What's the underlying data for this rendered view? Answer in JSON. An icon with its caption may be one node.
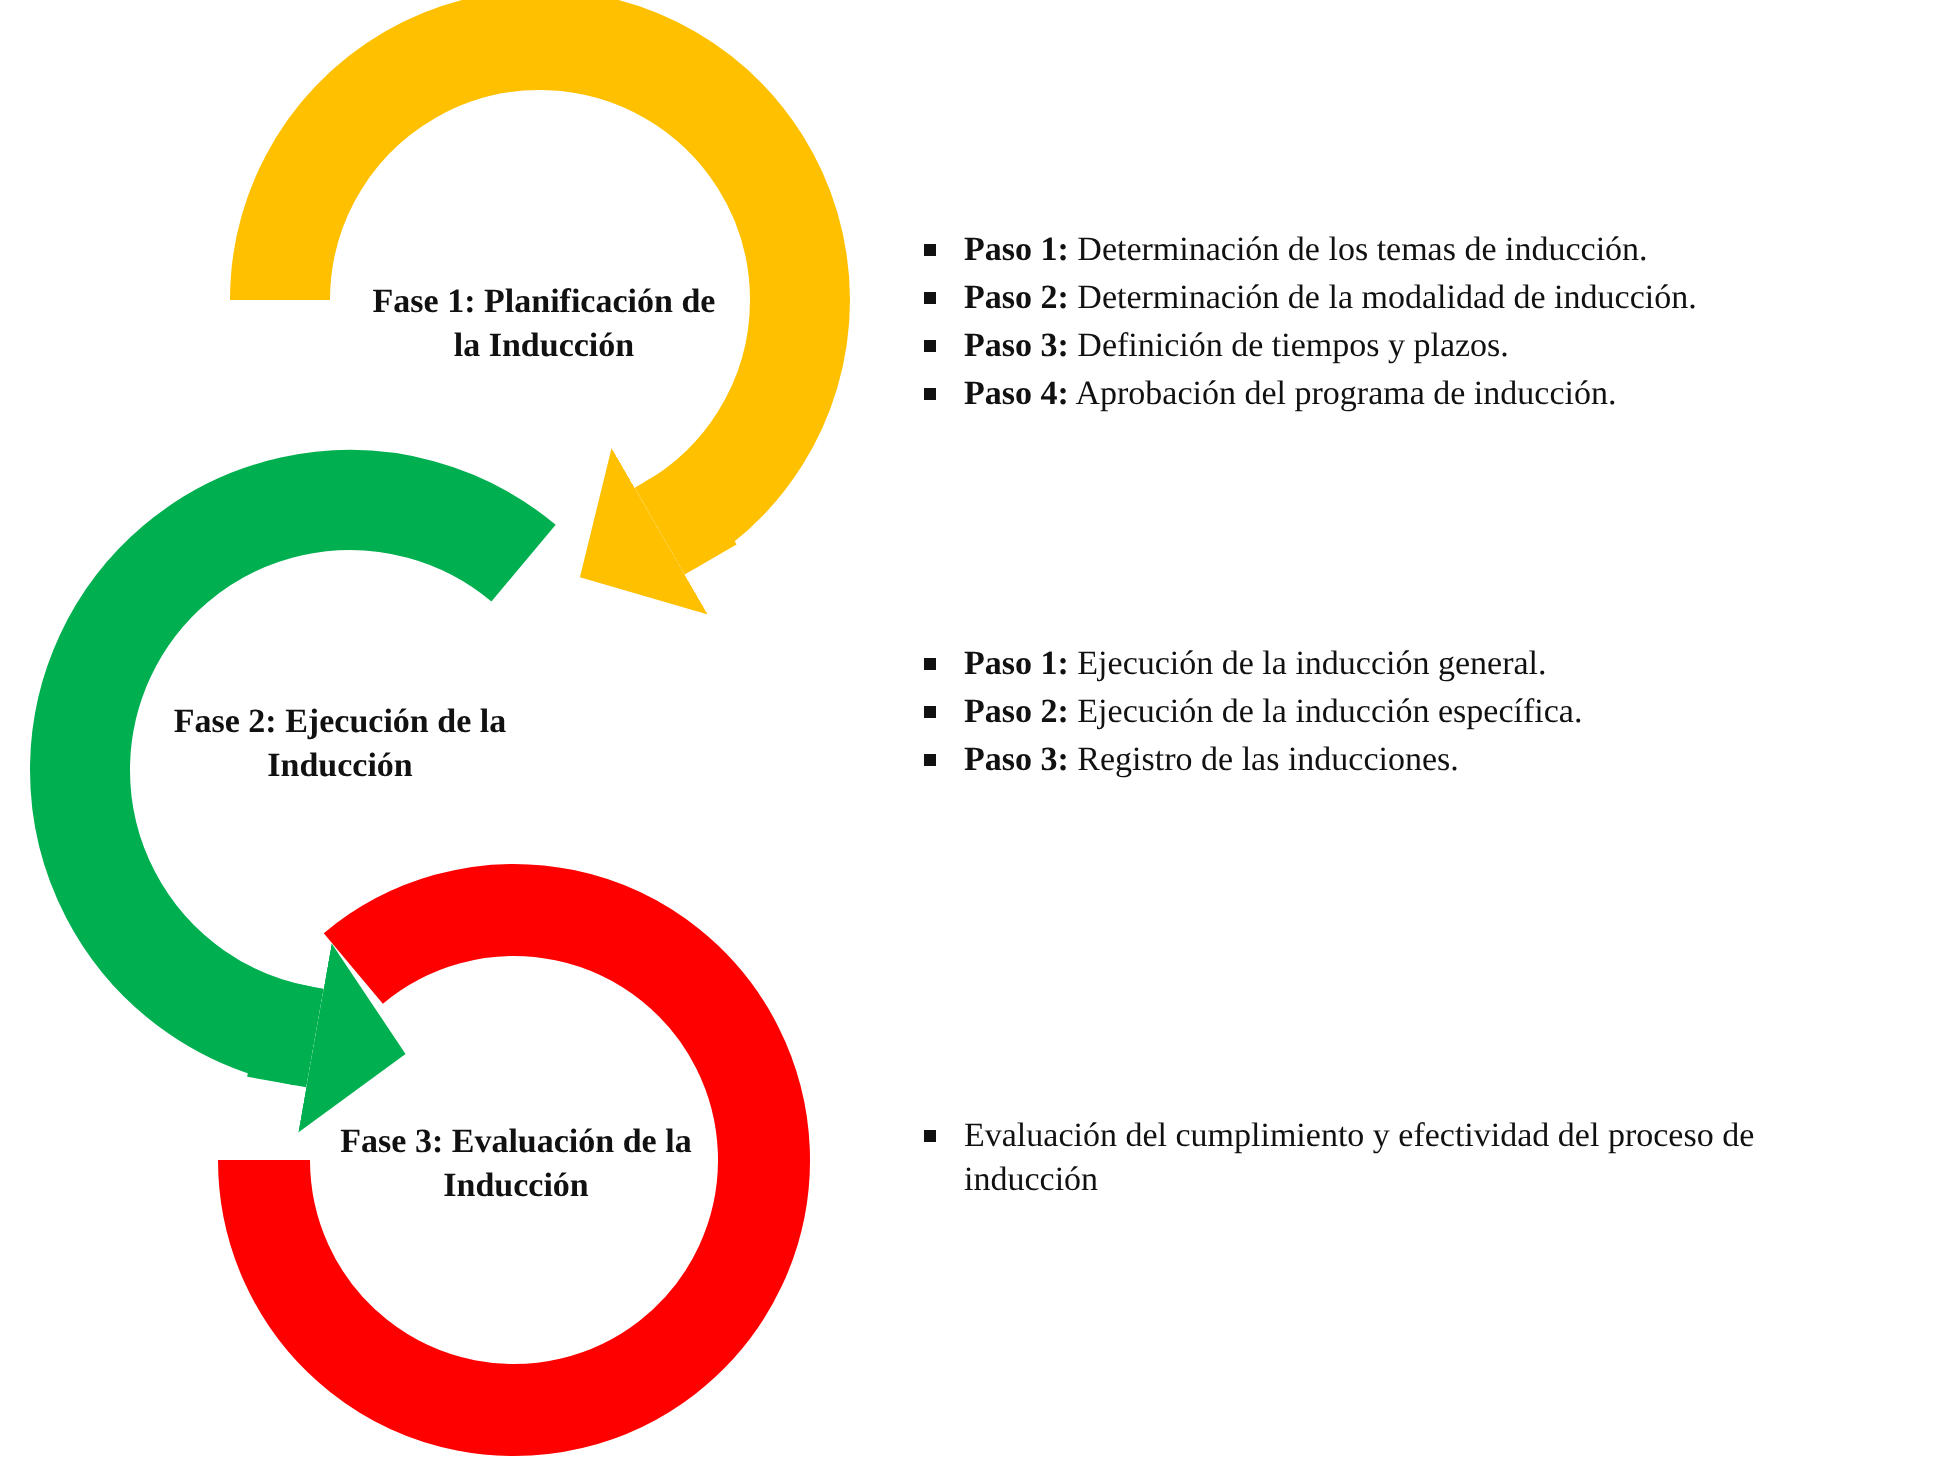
{
  "diagram": {
    "nodes": [
      {
        "text": [
          "Fase 1: Planificación de la Inducción"
        ]
      },
      {
        "text": [
          "Fase 2: Ejecución de la Inducción"
        ]
      },
      {
        "text": [
          "Fase 3: Evaluación de la Inducción"
        ]
      }
    ],
    "edges": [
      {
        "from": 0,
        "to": 1,
        "arrow": "to",
        "color": "#ffc000"
      },
      {
        "from": 1,
        "to": 2,
        "arrow": "to",
        "color": "#00b050"
      }
    ],
    "labels": [
      "**Paso 1:** Determinación de los temas de inducción.",
      "**Paso 2:** Determinación de la modalidad de inducción.",
      "**Paso 3:** Definición de tiempos y plazos.",
      "**Paso 4:** Aprobación del programa de inducción.",
      "**Paso 1:** Ejecución de la inducción general.",
      "**Paso 2:** Ejecución de la inducción específica.",
      "**Paso 3:** Registro de las inducciones.",
      "Evaluación del cumplimiento y efectividad del proceso de inducción"
    ]
  }
}
